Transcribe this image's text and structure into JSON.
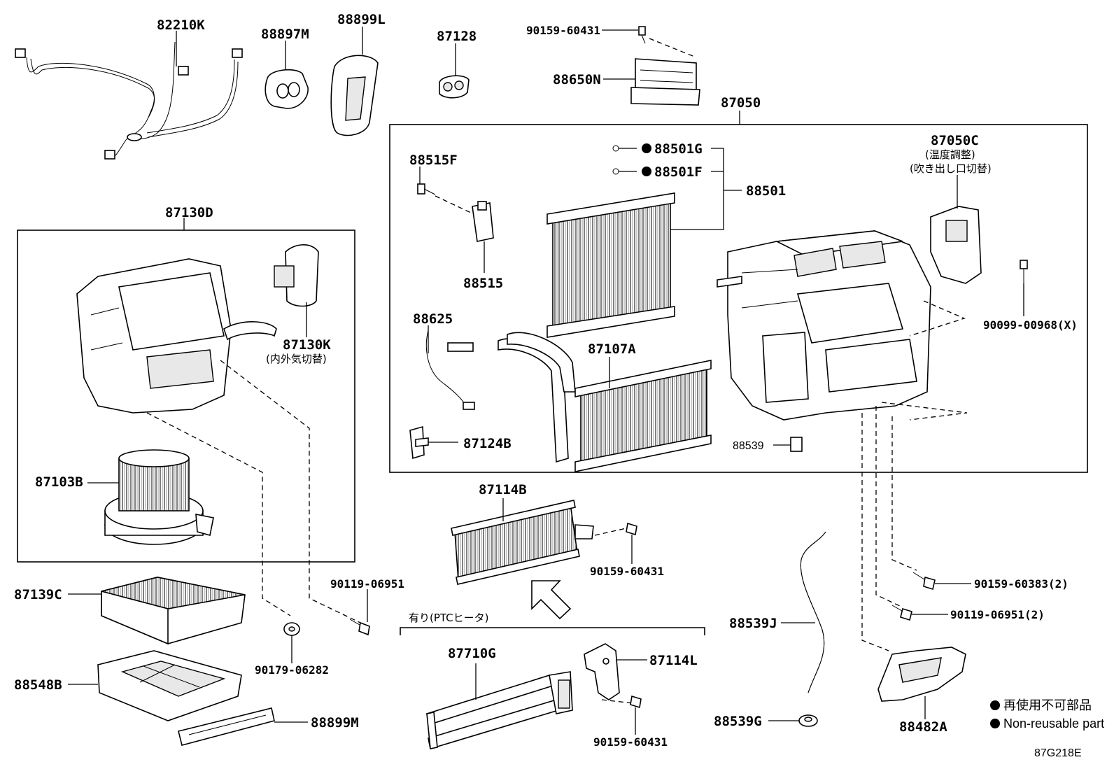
{
  "parts": {
    "p82210K": "82210K",
    "p88897M": "88897M",
    "p88899L": "88899L",
    "p87128": "87128",
    "p90159_60431_top": "90159-60431",
    "p88650N": "88650N",
    "p87050": "87050",
    "p87130D": "87130D",
    "p88515F": "88515F",
    "p88501G": "88501G",
    "p88501F": "88501F",
    "p88501": "88501",
    "p87050C": "87050C",
    "p87050C_note1": "(温度調整)",
    "p87050C_note2": "(吹き出し口切替)",
    "p88515": "88515",
    "p90099_00968": "90099-00968(X)",
    "p88625": "88625",
    "p87107A": "87107A",
    "p87130K": "87130K",
    "p87130K_note": "(内外気切替)",
    "p87124B": "87124B",
    "p88539": "88539",
    "p87103B": "87103B",
    "p87114B": "87114B",
    "p90159_60431_mid": "90159-60431",
    "p90119_06951": "90119-06951",
    "p90159_60383": "90159-60383(2)",
    "p87139C": "87139C",
    "p90119_06951_2": "90119-06951(2)",
    "ptc_note": "有り(PTCヒータ)",
    "p88539J": "88539J",
    "p90179_06282": "90179-06282",
    "p87710G": "87710G",
    "p87114L": "87114L",
    "p88548B": "88548B",
    "p88899M": "88899M",
    "p88539G": "88539G",
    "p88482A": "88482A",
    "p90159_60431_bot": "90159-60431"
  },
  "legend": {
    "ja": "再使用不可部品",
    "en": "Non-reusable part"
  },
  "diagram_ref": "87G218E"
}
